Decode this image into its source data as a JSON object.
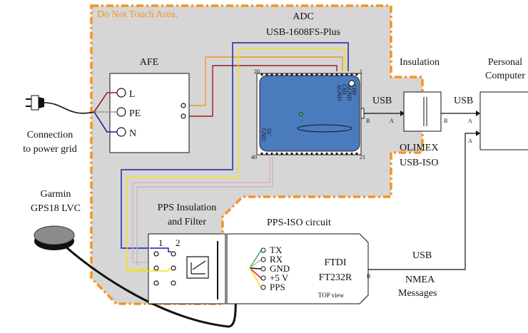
{
  "zone": {
    "label": "Do Not Touch Area.",
    "color": "#f7941d"
  },
  "adc": {
    "title_line1": "ADC",
    "title_line2": "USB-1608FS-Plus",
    "pin_left_top": "20",
    "pin_right_top": "1",
    "pin_left_bottom": "40",
    "pin_right_bottom": "21",
    "ch_labels": [
      "CH0",
      "AGND",
      "CH1",
      "AGND"
    ],
    "power_labels": [
      "5V",
      "GND"
    ],
    "color": "#4a7bbd"
  },
  "afe": {
    "title": "AFE",
    "terminals": [
      "L",
      "PE",
      "N"
    ]
  },
  "power": {
    "label_line1": "Connection",
    "label_line2": "to power grid"
  },
  "gps": {
    "label_line1": "Garmin",
    "label_line2": "GPS18 LVC"
  },
  "pps_filter": {
    "title_line1": "PPS Insulation",
    "title_line2": "and Filter",
    "col1": "1",
    "col2": "2"
  },
  "pps_iso": {
    "title": "PPS-ISO circuit",
    "chip_line1": "FTDI",
    "chip_line2": "FT232R",
    "pins": [
      "TX",
      "RX",
      "GND",
      "+5 V",
      "PPS"
    ],
    "view": "TOP view",
    "port": "B"
  },
  "insulation": {
    "title": "Insulation",
    "device_line1": "OLIMEX",
    "device_line2": "USB-ISO",
    "port_in": "A",
    "port_out": "B"
  },
  "pc": {
    "title_line1": "Personal",
    "title_line2": "Computer",
    "port1": "A",
    "port2": "A"
  },
  "links": {
    "usb_adc": "USB",
    "usb_iso": "USB",
    "usb_bottom": "USB",
    "adc_port": "B",
    "nmea_line1": "NMEA",
    "nmea_line2": "Messages"
  }
}
